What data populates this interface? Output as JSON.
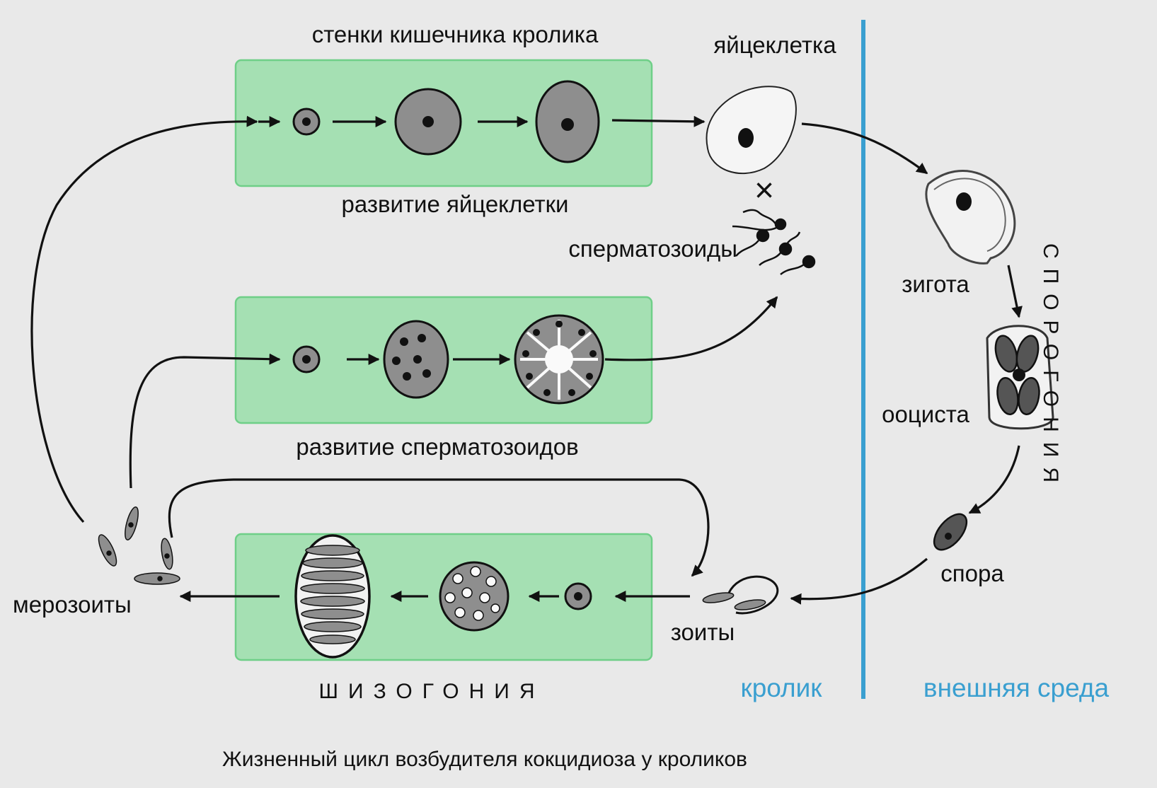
{
  "labels": {
    "intestine_walls": "стенки кишечника кролика",
    "egg_cell": "яйцеклетка",
    "egg_development": "развитие яйцеклетки",
    "cross": "×",
    "sperm": "сперматозоиды",
    "sperm_development": "развитие сперматозоидов",
    "zygote": "зигота",
    "oocyst": "ооциста",
    "spore": "спора",
    "zoites": "зоиты",
    "merozoites": "мерозоиты",
    "schizogony": "ШИЗОГОНИЯ",
    "sporogony": "СПОРОГОНИЯ",
    "rabbit": "кролик",
    "external_environment": "внешняя среда"
  },
  "caption": "Жизненный цикл возбудителя кокцидиоза у кроликов",
  "colors": {
    "panel_fill": "#a5e0b3",
    "panel_stroke": "#6fcf88",
    "divider_blue": "#3a9fd0",
    "cell_gray": "#8e8e8e",
    "background": "#e9e9e9"
  }
}
